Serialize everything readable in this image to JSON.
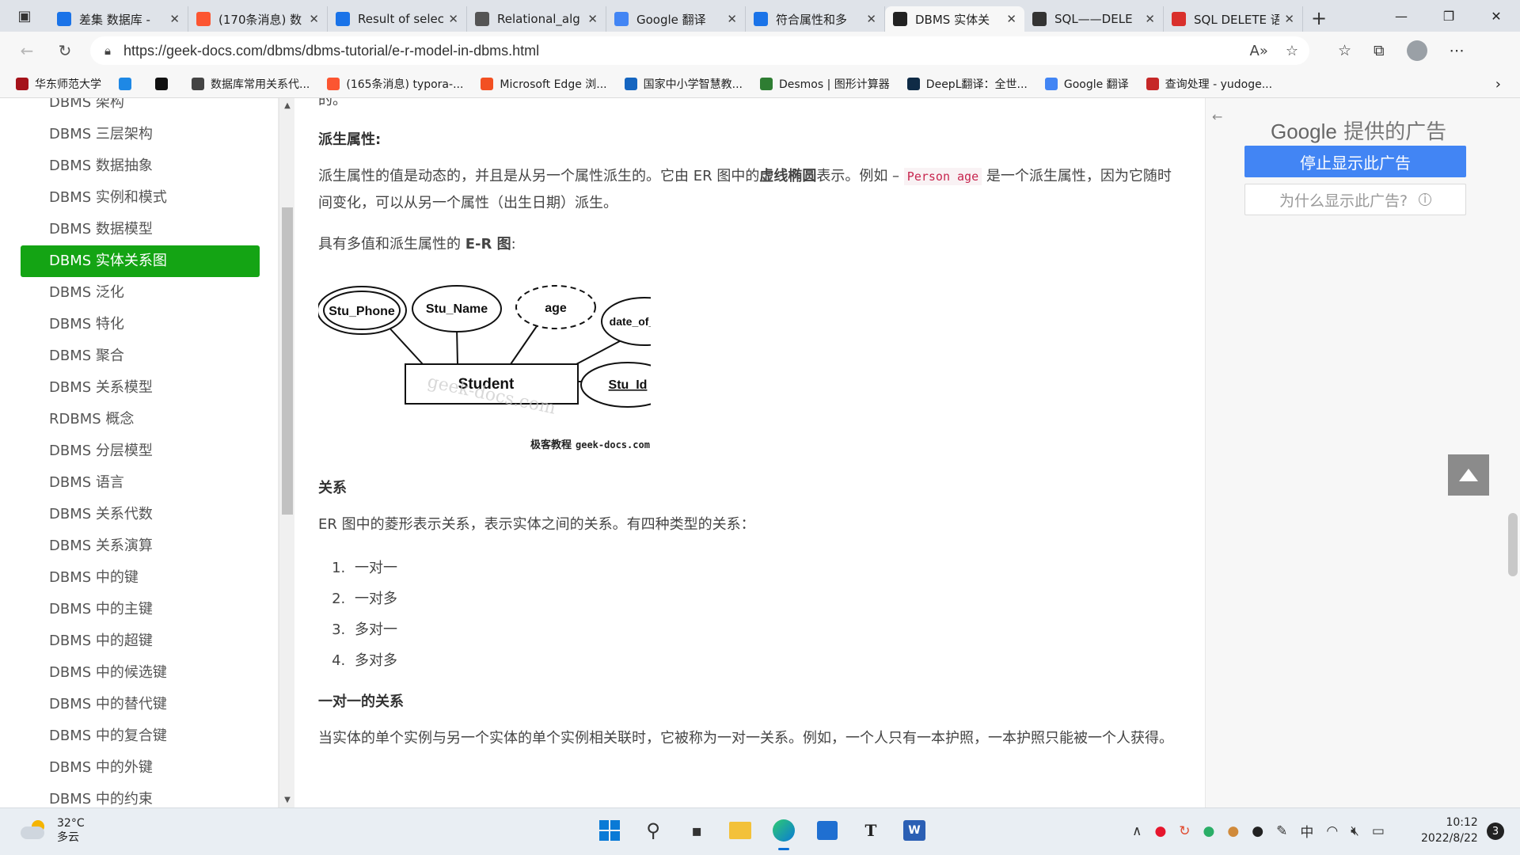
{
  "tabs": [
    {
      "title": "差集 数据库 -",
      "icon": "search-icon",
      "color": "#1a73e8"
    },
    {
      "title": "(170条消息) 数",
      "icon": "csdn-icon",
      "color": "#fc5531"
    },
    {
      "title": "Result of selec",
      "icon": "search-icon",
      "color": "#1a73e8"
    },
    {
      "title": "Relational_alg",
      "icon": "document-icon",
      "color": "#555555"
    },
    {
      "title": "Google 翻译",
      "icon": "google-translate-icon",
      "color": "#4285f4"
    },
    {
      "title": "符合属性和多",
      "icon": "search-icon",
      "color": "#1a73e8"
    },
    {
      "title": "DBMS 实体关",
      "icon": "graduation-cap-icon",
      "color": "#222222",
      "active": true
    },
    {
      "title": "SQL——DELE",
      "icon": "site-icon",
      "color": "#333333"
    },
    {
      "title": "SQL DELETE 语",
      "icon": "site-icon",
      "color": "#d9302c"
    }
  ],
  "address": {
    "url": "https://geek-docs.com/dbms/dbms-tutorial/e-r-model-in-dbms.html"
  },
  "favorites": [
    {
      "label": "华东师范大学",
      "color": "#a5121a"
    },
    {
      "label": "",
      "color": "#1e88e5"
    },
    {
      "label": "",
      "color": "#111111"
    },
    {
      "label": "数据库常用关系代...",
      "color": "#444444"
    },
    {
      "label": "(165条消息) typora-...",
      "color": "#fc5531"
    },
    {
      "label": "Microsoft Edge 浏...",
      "color": "#f25022"
    },
    {
      "label": "国家中小学智慧教...",
      "color": "#1565c0"
    },
    {
      "label": "Desmos | 图形计算器",
      "color": "#2e7d32"
    },
    {
      "label": "DeepL翻译：全世...",
      "color": "#0f2b46"
    },
    {
      "label": "Google 翻译",
      "color": "#4285f4"
    },
    {
      "label": "查询处理 - yudoge...",
      "color": "#c62828"
    }
  ],
  "sidebar": {
    "items": [
      {
        "label": "DBMS 架构"
      },
      {
        "label": "DBMS 三层架构"
      },
      {
        "label": "DBMS 数据抽象"
      },
      {
        "label": "DBMS 实例和模式"
      },
      {
        "label": "DBMS 数据模型"
      },
      {
        "label": "DBMS 实体关系图",
        "active": true
      },
      {
        "label": "DBMS 泛化"
      },
      {
        "label": "DBMS 特化"
      },
      {
        "label": "DBMS 聚合"
      },
      {
        "label": "DBMS 关系模型"
      },
      {
        "label": "RDBMS 概念"
      },
      {
        "label": "DBMS 分层模型"
      },
      {
        "label": "DBMS 语言"
      },
      {
        "label": "DBMS 关系代数"
      },
      {
        "label": "DBMS 关系演算"
      },
      {
        "label": "DBMS 中的键"
      },
      {
        "label": "DBMS 中的主键"
      },
      {
        "label": "DBMS 中的超键"
      },
      {
        "label": "DBMS 中的候选键"
      },
      {
        "label": "DBMS 中的替代键"
      },
      {
        "label": "DBMS 中的复合键"
      },
      {
        "label": "DBMS 中的外键"
      },
      {
        "label": "DBMS 中的约束"
      }
    ]
  },
  "content": {
    "prev_tail": "的。",
    "derived_heading": "派生属性:",
    "derived_p1": "派生属性的值是动态的，并且是从另一个属性派生的。它由 ER 图中的",
    "derived_bold": "虚线椭圆",
    "derived_p2": "表示。例如 –",
    "derived_code": "Person age",
    "derived_p3": "是一个派生属性，因为它随时间变化，可以从另一个属性（出生日期）派生。",
    "er_intro1": "具有多值和派生属性的",
    "er_intro_bold": "E-R 图",
    "er_intro2": ":",
    "diagram": {
      "entity": "Student",
      "attr_multivalued": "Stu_Phone",
      "attr_name": "Stu_Name",
      "attr_derived": "age",
      "attr_dob": "date_of_birth",
      "attr_key": "Stu_Id",
      "watermark": "geek-docs.com",
      "caption_cn": "极客教程",
      "caption_en": "geek-docs.com"
    },
    "rel_heading": "关系",
    "rel_p": "ER 图中的菱形表示关系，表示实体之间的关系。有四种类型的关系：",
    "rel_types": [
      "一对一",
      "一对多",
      "多对一",
      "多对多"
    ],
    "one_one_heading": "一对一的关系",
    "one_one_p": "当实体的单个实例与另一个实体的单个实例相关联时，它被称为一对一关系。例如，一个人只有一本护照，一本护照只能被一个人获得。"
  },
  "ad": {
    "brand": "Google",
    "title_suffix": "提供的广告",
    "stop_label": "停止显示此广告",
    "why_label": "为什么显示此广告?"
  },
  "taskbar": {
    "temperature": "32°C",
    "condition": "多云",
    "ime": "中",
    "time": "10:12",
    "date": "2022/8/22",
    "notifications": "3"
  },
  "colors": {
    "active_sidebar": "#14a414",
    "ad_button": "#4285f4",
    "code_text": "#c7254e"
  }
}
